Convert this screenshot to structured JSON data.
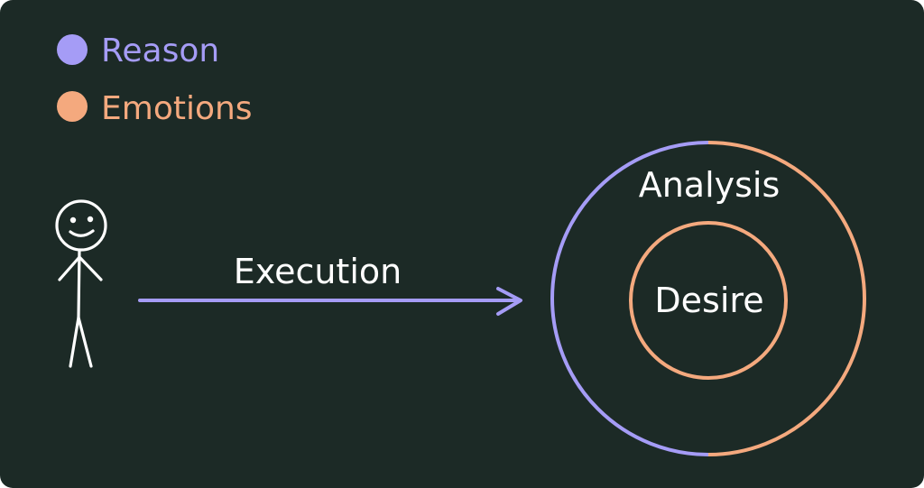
{
  "legend": {
    "items": [
      {
        "label": "Reason",
        "color": "#a59cf6"
      },
      {
        "label": "Emotions",
        "color": "#f4a97e"
      }
    ]
  },
  "labels": {
    "execution": "Execution",
    "outer_circle": "Analysis",
    "inner_circle": "Desire"
  },
  "colors": {
    "background": "#1c2a26",
    "chalk": "#ffffff",
    "reason": "#a59cf6",
    "emotions": "#f4a97e"
  },
  "icons": {
    "actor": "stick-figure-icon",
    "arrow": "arrow-right-icon"
  }
}
